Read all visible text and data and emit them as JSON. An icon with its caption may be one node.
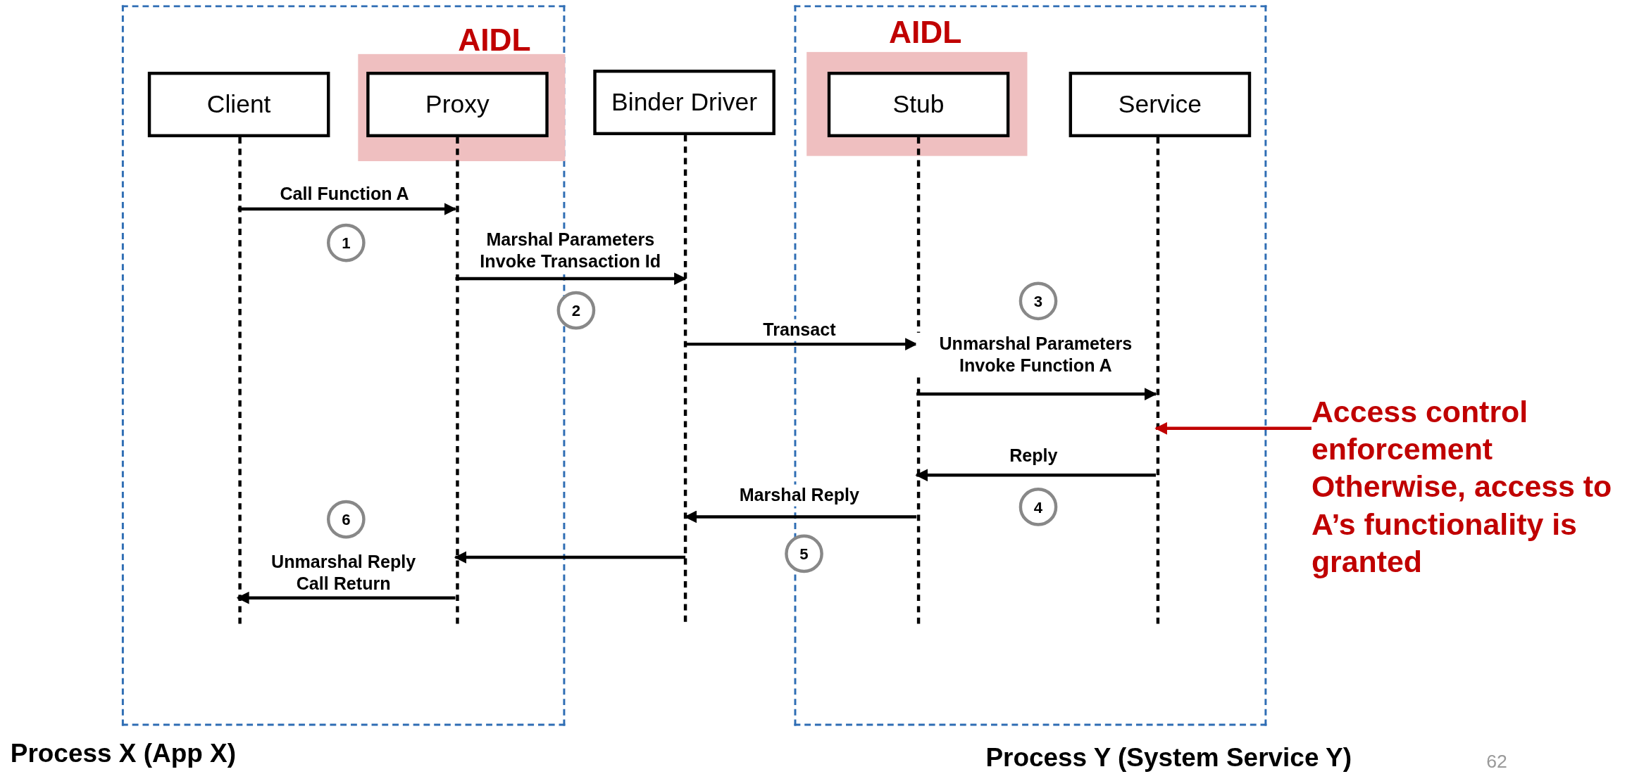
{
  "diagram": {
    "nodes": [
      {
        "text": [
          "Process X (App X)"
        ]
      },
      {
        "text": [
          "Client"
        ],
        "in": 0
      },
      {
        "text": [
          "AIDL"
        ],
        "in": 0
      },
      {
        "text": [
          "Proxy"
        ],
        "in": 2
      },
      {
        "text": [
          "Binder Driver"
        ]
      },
      {
        "text": [
          "Process Y (System Service Y)"
        ]
      },
      {
        "text": [
          "AIDL"
        ],
        "in": 5
      },
      {
        "text": [
          "Stub"
        ],
        "in": 6
      },
      {
        "text": [
          "Service"
        ],
        "in": 5
      },
      {
        "text": [
          "Access control enforcement",
          "Otherwise, access to A’s functionality is granted"
        ]
      },
      {
        "text": [
          "1"
        ],
        "in": 0
      },
      {
        "text": [
          "2"
        ]
      },
      {
        "text": [
          "3"
        ],
        "in": 5
      },
      {
        "text": [
          "4"
        ],
        "in": 5
      },
      {
        "text": [
          "5"
        ]
      },
      {
        "text": [
          "6"
        ],
        "in": 0
      },
      {
        "text": [],
        "shape": "line",
        "in": 0
      },
      {
        "text": [],
        "shape": "line",
        "in": 0
      },
      {
        "text": [],
        "shape": "line"
      },
      {
        "text": [],
        "shape": "line",
        "in": 5
      },
      {
        "text": [],
        "shape": "line",
        "in": 5
      }
    ],
    "edges": [
      {
        "from": 16,
        "to": 17,
        "arrow": "to",
        "label": "Call Function A"
      },
      {
        "from": 17,
        "to": 18,
        "arrow": "to",
        "label": "Marshal Parameters Invoke Transaction Id"
      },
      {
        "from": 18,
        "to": 19,
        "arrow": "to",
        "label": "Transact"
      },
      {
        "from": 19,
        "to": 20,
        "arrow": "to",
        "label": "Unmarshal Parameters Invoke Function A"
      },
      {
        "from": 20,
        "to": 19,
        "arrow": "to",
        "label": "Reply"
      },
      {
        "from": 19,
        "to": 18,
        "arrow": "to",
        "label": "Marshal Reply"
      },
      {
        "from": 18,
        "to": 17,
        "arrow": "to"
      },
      {
        "from": 17,
        "to": 16,
        "arrow": "to",
        "label": "Unmarshal Reply Call Return"
      },
      {
        "from": 9,
        "to": 20,
        "arrow": "to",
        "color": "#c00000"
      }
    ],
    "labels": [
      "62"
    ]
  }
}
